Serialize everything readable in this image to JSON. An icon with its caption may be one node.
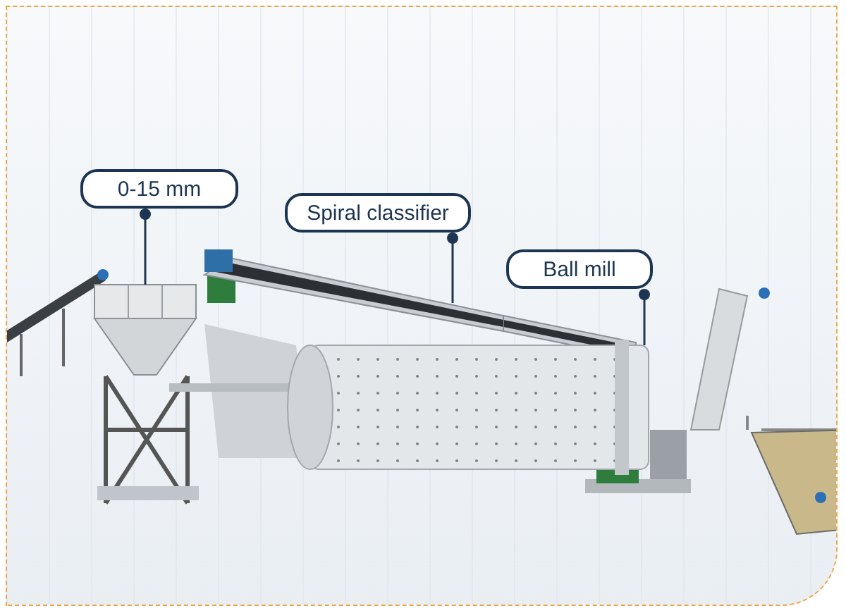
{
  "diagram": {
    "nodes": [
      {
        "text": [
          "0-15 mm"
        ]
      },
      {
        "text": [
          "Spiral classifier"
        ]
      },
      {
        "text": [
          "Ball mill"
        ]
      },
      {
        "text": [],
        "shape": "picture"
      },
      {
        "text": [],
        "shape": "picture"
      },
      {
        "text": [],
        "shape": "picture"
      }
    ],
    "edges": [
      {
        "from": 0,
        "to": 3,
        "arrow": "other"
      },
      {
        "from": 1,
        "to": 4,
        "arrow": "other"
      },
      {
        "from": 2,
        "to": 5,
        "arrow": "other"
      }
    ]
  }
}
